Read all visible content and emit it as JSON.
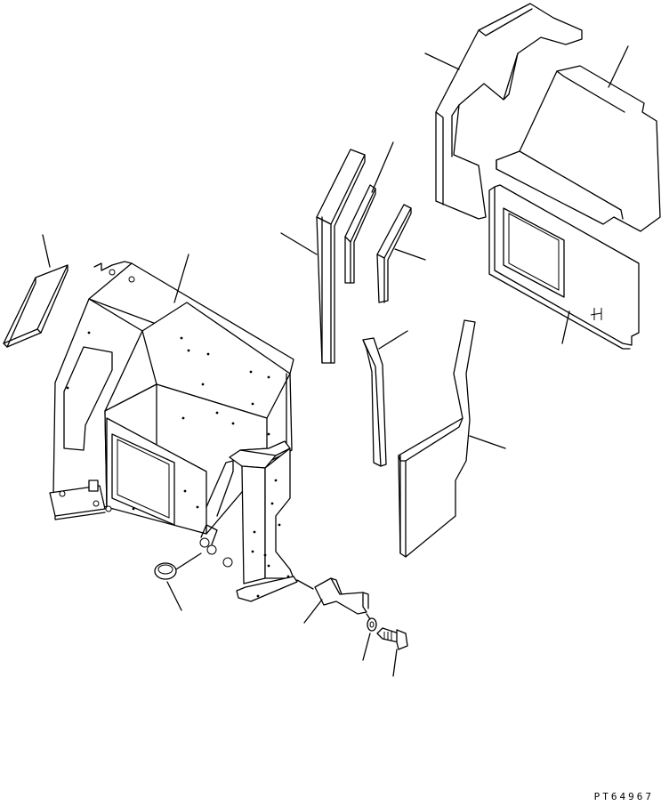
{
  "drawing": {
    "number": "PT64967"
  },
  "parts": [
    {
      "id": "pad-small-left",
      "kind": "insulation-pad"
    },
    {
      "id": "panel-frame",
      "kind": "sheet-metal-frame"
    },
    {
      "id": "cap-plug",
      "kind": "plug"
    },
    {
      "id": "bracket",
      "kind": "bracket"
    },
    {
      "id": "washer",
      "kind": "washer"
    },
    {
      "id": "bolt",
      "kind": "bolt"
    },
    {
      "id": "strip-long",
      "kind": "insulation-strip"
    },
    {
      "id": "strip-thin",
      "kind": "insulation-strip"
    },
    {
      "id": "strip-angled",
      "kind": "insulation-strip"
    },
    {
      "id": "strip-curved",
      "kind": "insulation-strip"
    },
    {
      "id": "pad-lower-right",
      "kind": "insulation-pad"
    },
    {
      "id": "pad-upper-left",
      "kind": "insulation-pad"
    },
    {
      "id": "pad-upper-right",
      "kind": "insulation-pad"
    },
    {
      "id": "cover-window",
      "kind": "cover-panel"
    }
  ]
}
